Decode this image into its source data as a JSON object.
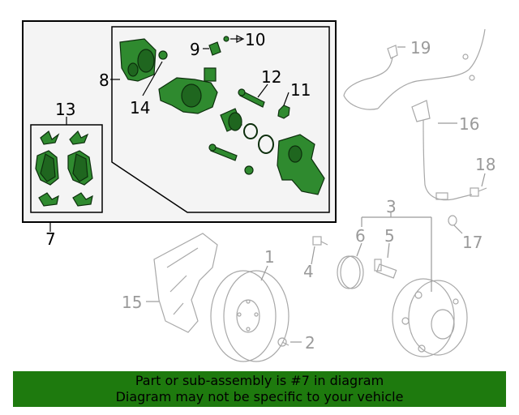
{
  "callouts": {
    "c1": "1",
    "c2": "2",
    "c3": "3",
    "c4": "4",
    "c5": "5",
    "c6": "6",
    "c7": "7",
    "c8": "8",
    "c9": "9",
    "c10": "10",
    "c11": "11",
    "c12": "12",
    "c13": "13",
    "c14": "14",
    "c15": "15",
    "c16": "16",
    "c17": "17",
    "c18": "18",
    "c19": "19"
  },
  "banner": {
    "line1": "Part or sub-assembly is #7 in diagram",
    "line2": "Diagram may not be specific to your vehicle"
  },
  "colors": {
    "highlight": "#2f8a2f",
    "banner": "#1e7a0e",
    "other_parts": "#a8a8a8"
  }
}
